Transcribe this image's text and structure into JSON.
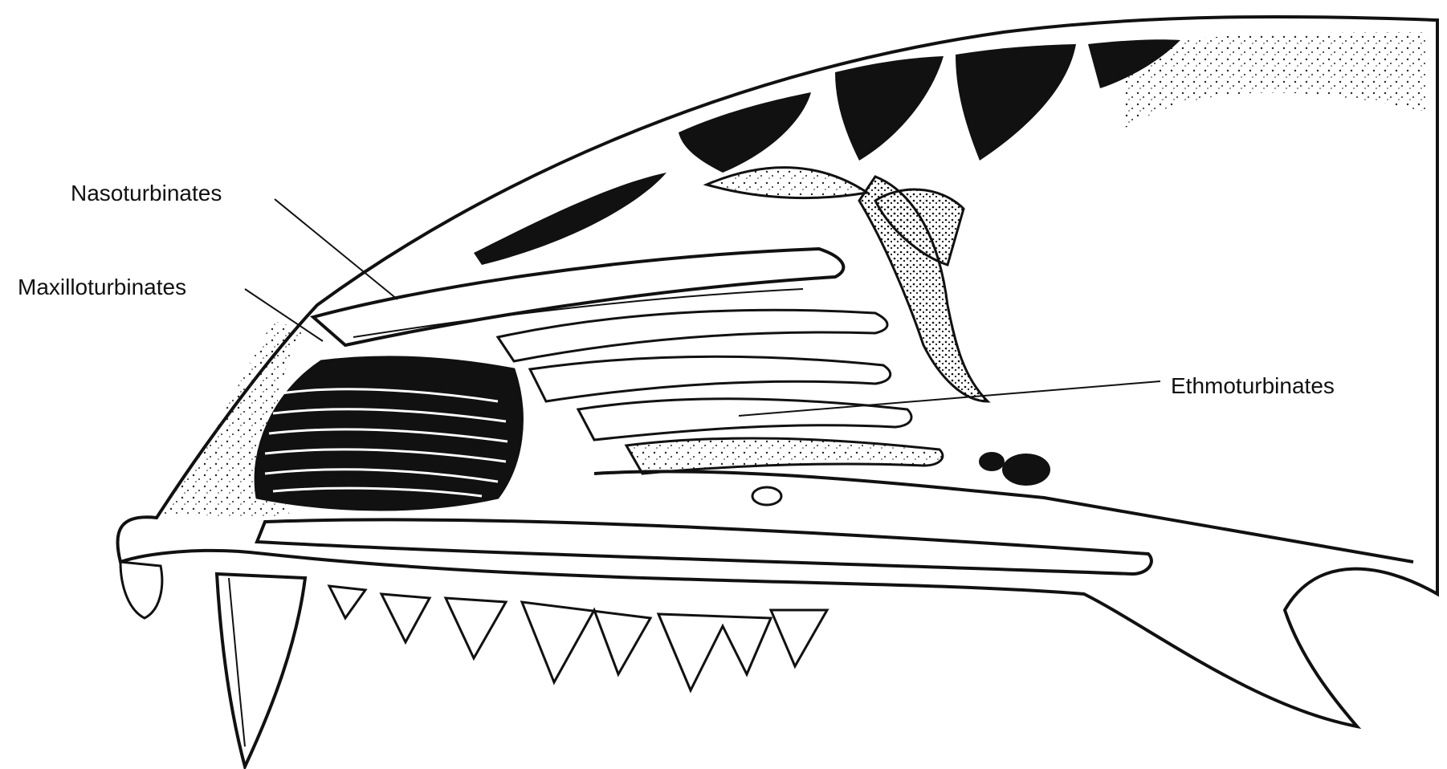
{
  "labels": {
    "nasoturbinates": "Nasoturbinates",
    "maxilloturbinates": "Maxilloturbinates",
    "ethmoturbinates": "Ethmoturbinates"
  },
  "colors": {
    "ink": "#111111",
    "paper": "#ffffff"
  }
}
